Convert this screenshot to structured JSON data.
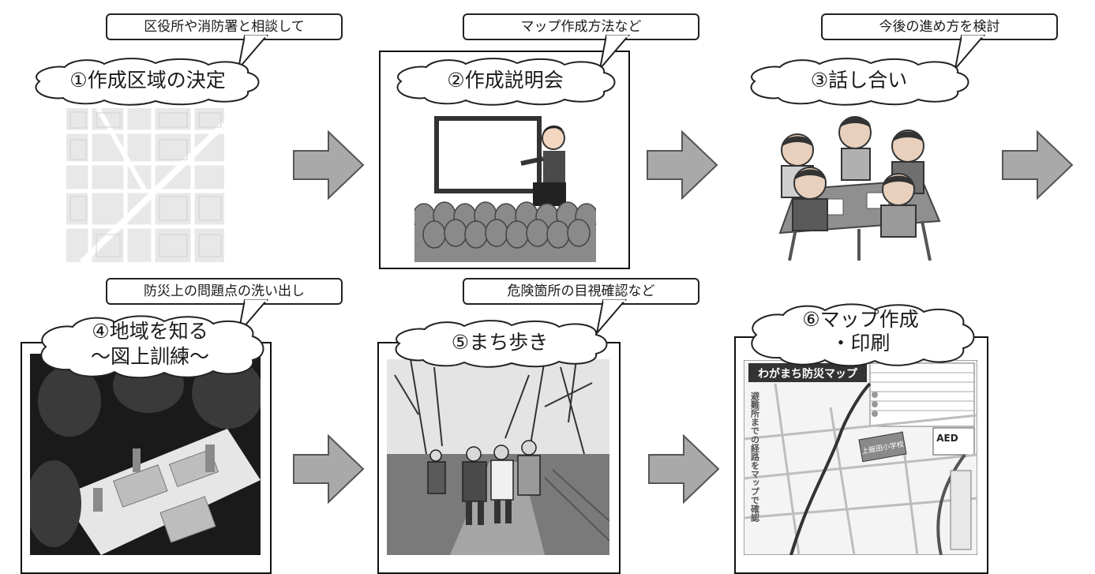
{
  "steps": [
    {
      "id": 1,
      "title": "①作成区域の決定",
      "note": "区役所や消防署と相談して",
      "picture": "street-map-illustration"
    },
    {
      "id": 2,
      "title": "②作成説明会",
      "note": "マップ作成方法など",
      "picture": "presentation-illustration"
    },
    {
      "id": 3,
      "title": "③話し合い",
      "note": "今後の進め方を検討",
      "picture": "group-discussion-illustration"
    },
    {
      "id": 4,
      "title_line1": "④地域を知る",
      "title_line2": "～図上訓練～",
      "note": "防災上の問題点の洗い出し",
      "picture": "map-exercise-photo"
    },
    {
      "id": 5,
      "title": "⑤まち歩き",
      "note": "危険箇所の目視確認など",
      "picture": "town-walk-photo"
    },
    {
      "id": 6,
      "title_line1": "⑥マップ作成",
      "title_line2": "・印刷",
      "note": "",
      "picture": "disaster-map-photo"
    }
  ],
  "map_sheet": {
    "heading": "わがまち防災マップ",
    "vertical_text": "避難所までの経路をマップで確認",
    "building_label": "上飯田小学校",
    "aed_label": "AED"
  },
  "arrow_icon": "right-arrow-icon"
}
